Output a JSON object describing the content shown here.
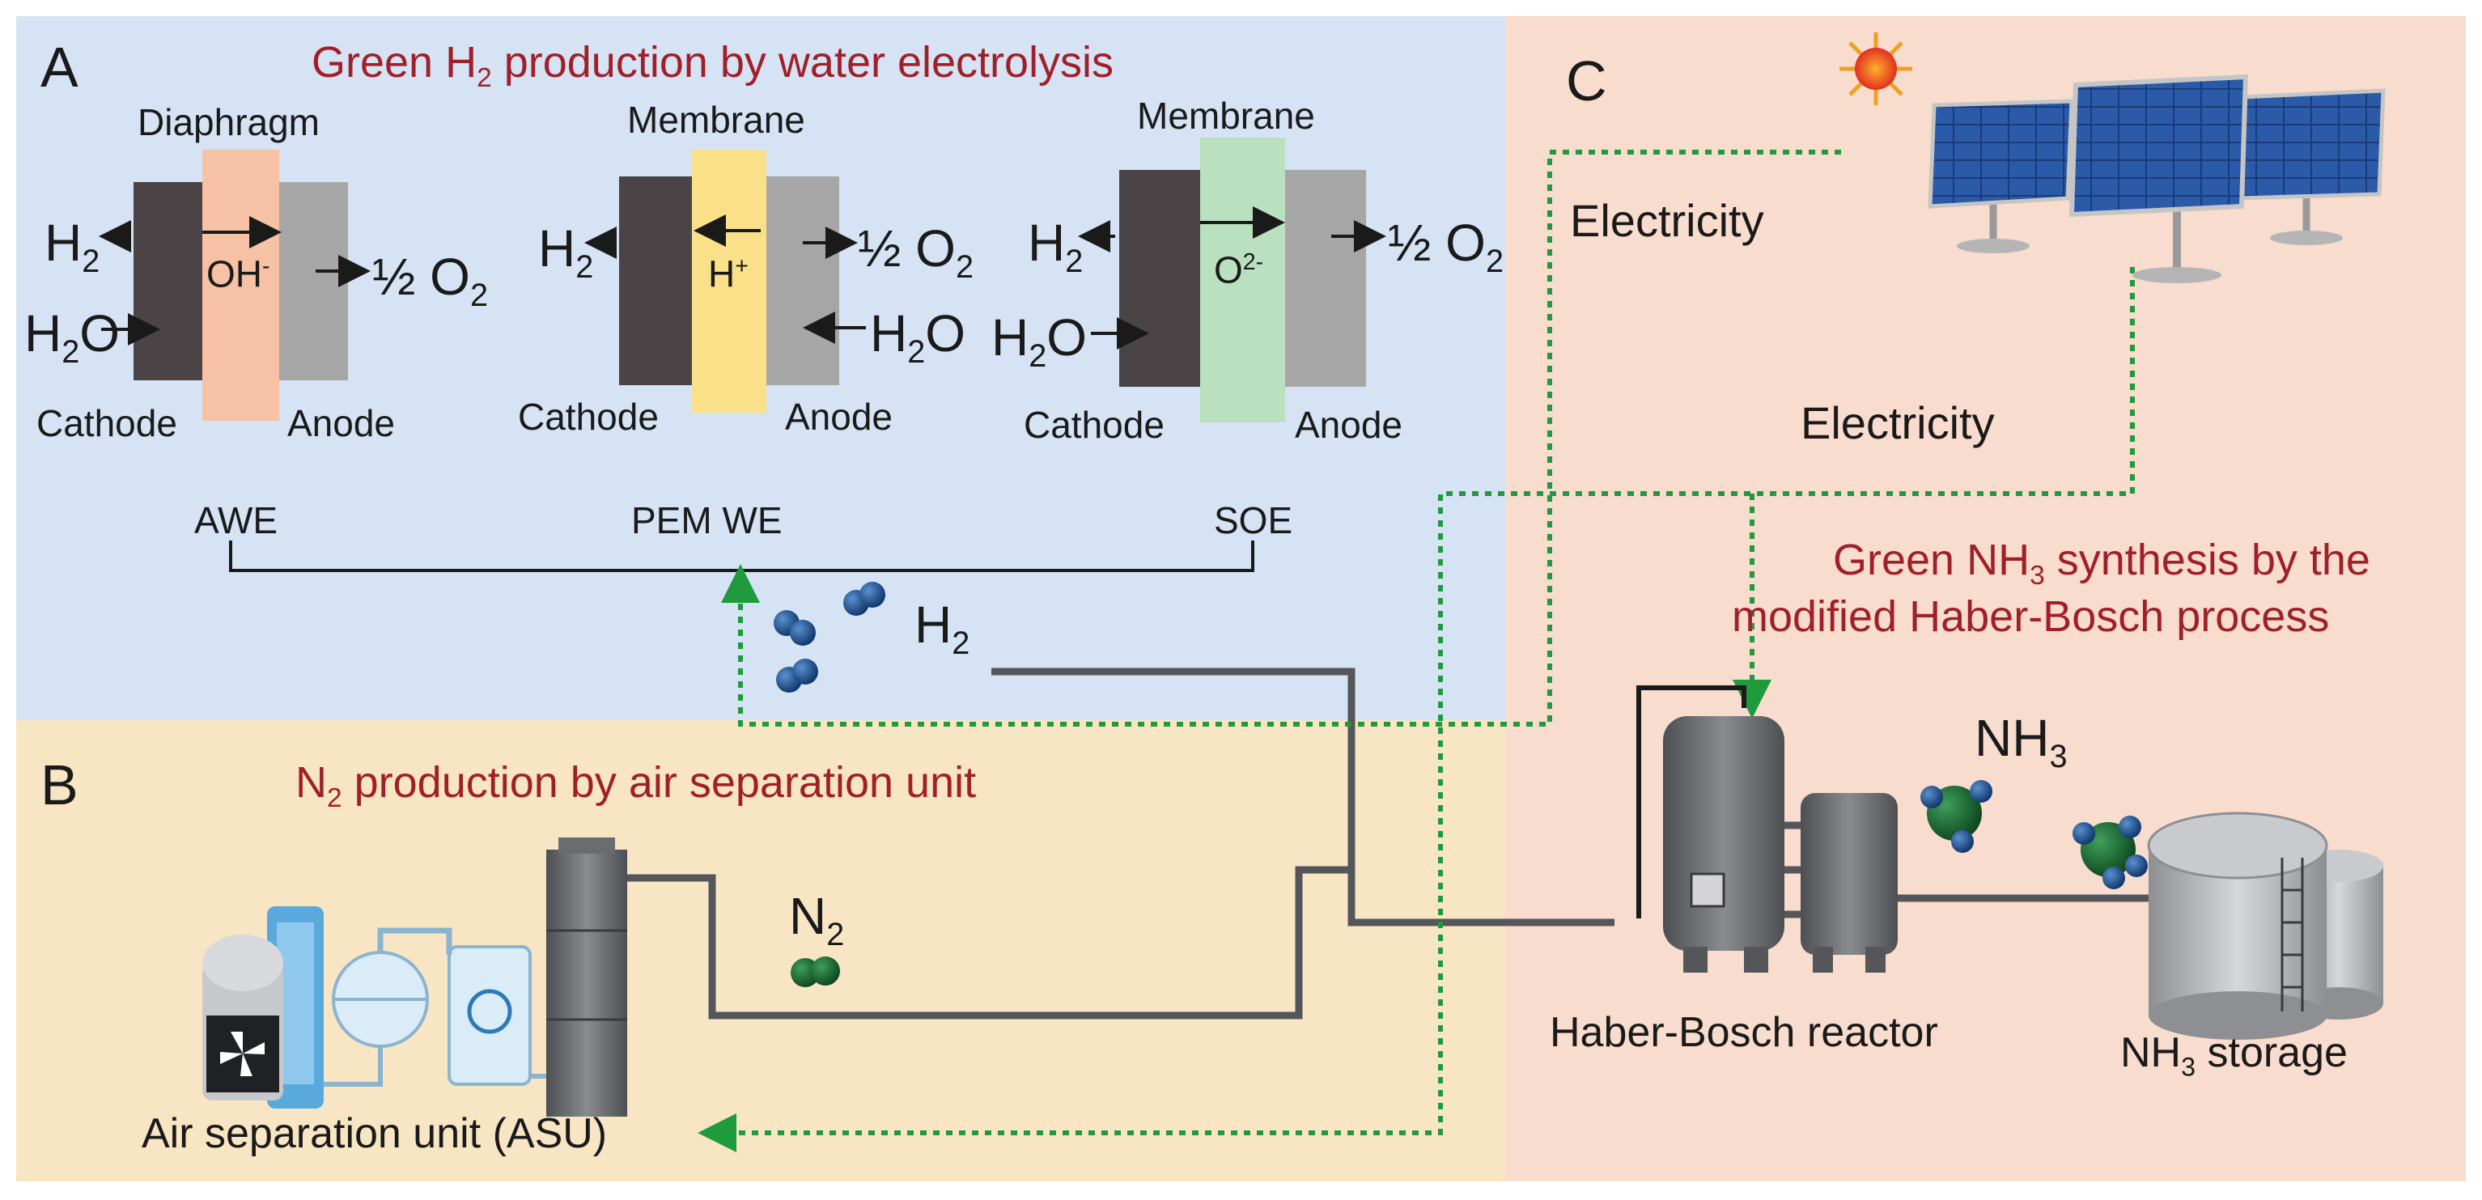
{
  "colors": {
    "panel_a": "#d6e3f4",
    "panel_b": "#f8e5c4",
    "panel_c": "#f8dccd",
    "title_red": "#a0202a",
    "dotted_green": "#1f9a3c",
    "pipe": "#55565a"
  },
  "panel_a": {
    "letter": "A",
    "title_pre": "Green H",
    "title_sub": "2",
    "title_post": " production by water electrolysis",
    "awe": {
      "top_label": "Diaphragm",
      "ion": "OH",
      "ion_sup": "-",
      "left_out": "H",
      "left_out_sub": "2",
      "left_in": "H",
      "left_in_sub": "2",
      "left_in_post": "O",
      "right_out_pre": "½ O",
      "right_out_sub": "2",
      "cathode": "Cathode",
      "anode": "Anode",
      "name": "AWE"
    },
    "pem": {
      "top_label": "Membrane",
      "ion": "H",
      "ion_sup": "+",
      "left_out": "H",
      "left_out_sub": "2",
      "right_out_pre": "½ O",
      "right_out_sub": "2",
      "right_in": "H",
      "right_in_sub": "2",
      "right_in_post": "O",
      "cathode": "Cathode",
      "anode": "Anode",
      "name": "PEM WE"
    },
    "soe": {
      "top_label": "Membrane",
      "ion": "O",
      "ion_sup": "2-",
      "left_out": "H",
      "left_out_sub": "2",
      "left_in": "H",
      "left_in_sub": "2",
      "left_in_post": "O",
      "right_out_pre": "½ O",
      "right_out_sub": "2",
      "cathode": "Cathode",
      "anode": "Anode",
      "name": "SOE"
    },
    "h2_label": "H",
    "h2_sub": "2"
  },
  "panel_b": {
    "letter": "B",
    "title_pre": "N",
    "title_sub": "2",
    "title_post": " production by air separation unit",
    "n2_label": "N",
    "n2_sub": "2",
    "asu_label": "Air separation unit (ASU)"
  },
  "panel_c": {
    "letter": "C",
    "electricity_1": "Electricity",
    "electricity_2": "Electricity",
    "title_line1": "Green NH",
    "title_line1_sub": "3",
    "title_line1_post": " synthesis by the",
    "title_line2": "modified Haber-Bosch process",
    "nh3_label": "NH",
    "nh3_sub": "3",
    "reactor_label": "Haber-Bosch reactor",
    "storage_pre": "NH",
    "storage_sub": "3",
    "storage_post": " storage"
  },
  "icons": [
    "sun-icon",
    "solar-panel-icon",
    "h2-molecule-icon",
    "n2-molecule-icon",
    "nh3-molecule-icon",
    "fan-icon",
    "storage-tank-icon",
    "reactor-icon"
  ]
}
